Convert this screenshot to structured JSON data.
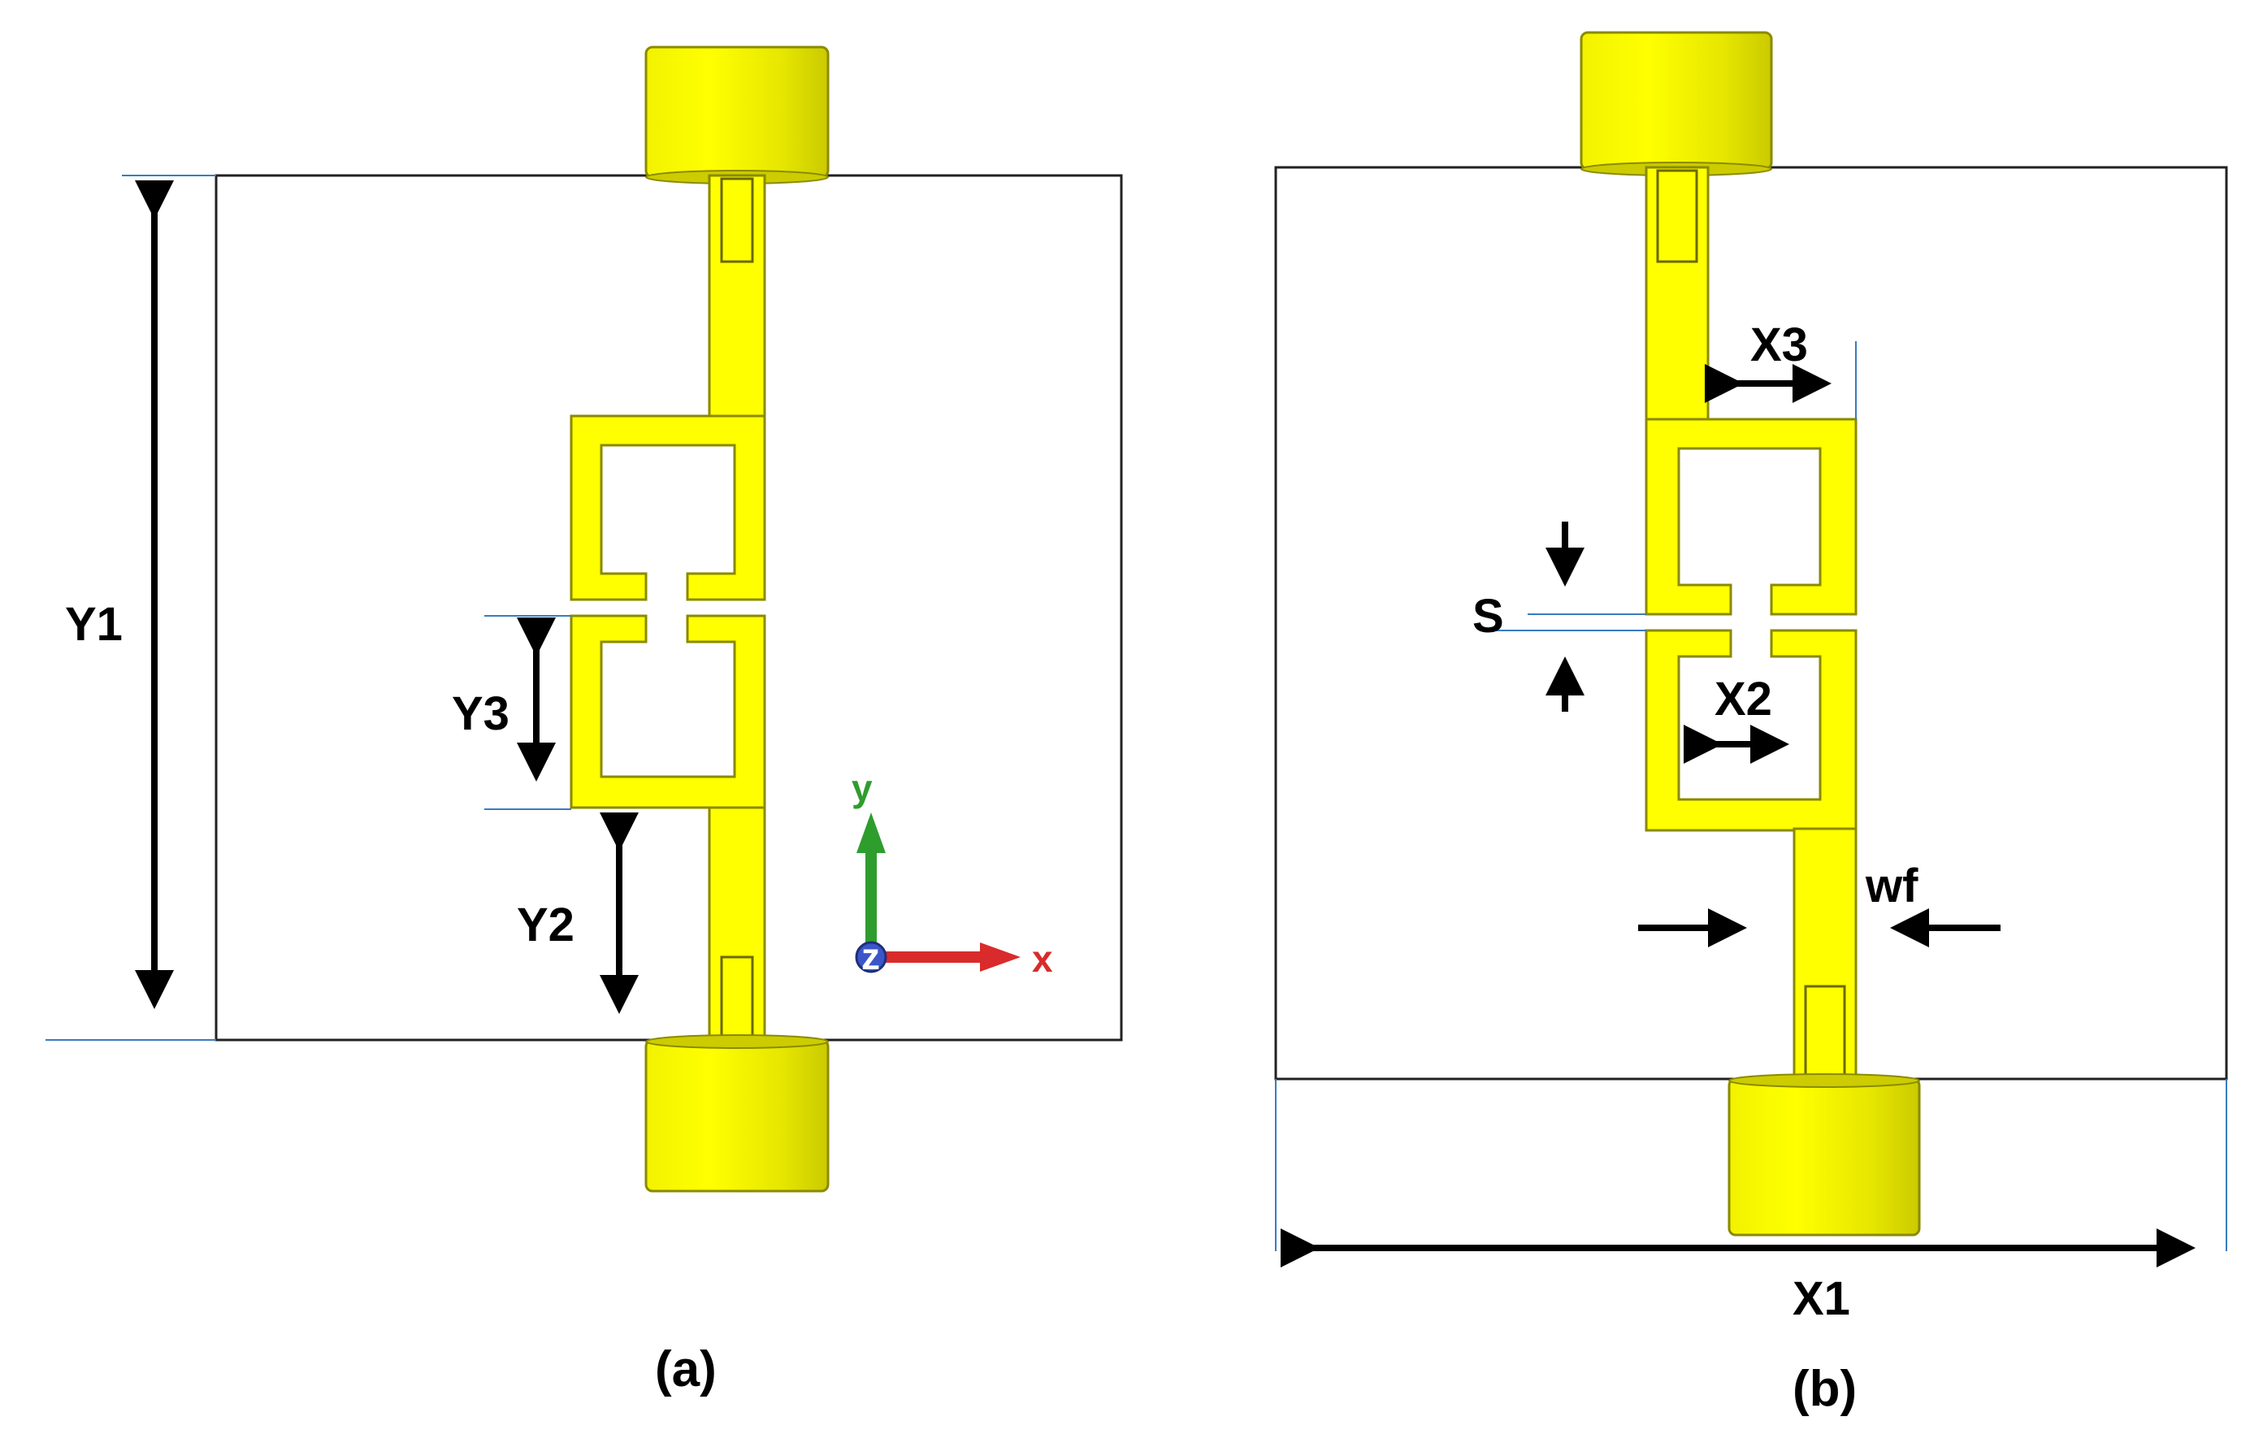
{
  "panels": [
    {
      "caption": "(a)",
      "dimension_labels": {
        "y1": "Y1",
        "y2": "Y2",
        "y3": "Y3"
      },
      "axes": {
        "y": "y",
        "x": "x",
        "z": "z"
      }
    },
    {
      "caption": "(b)",
      "dimension_labels": {
        "x1": "X1",
        "x2": "X2",
        "x3": "X3",
        "s": "S",
        "wf": "wf"
      }
    }
  ],
  "colors": {
    "metal": "#ffff00",
    "metal_dark": "#d0d000",
    "substrate": "#ffffff",
    "outline": "#222222",
    "axis_y": "#2e9d2e",
    "axis_x": "#d92b2b",
    "axis_z": "#3a56c8",
    "axis_label": "#d92b2b"
  }
}
